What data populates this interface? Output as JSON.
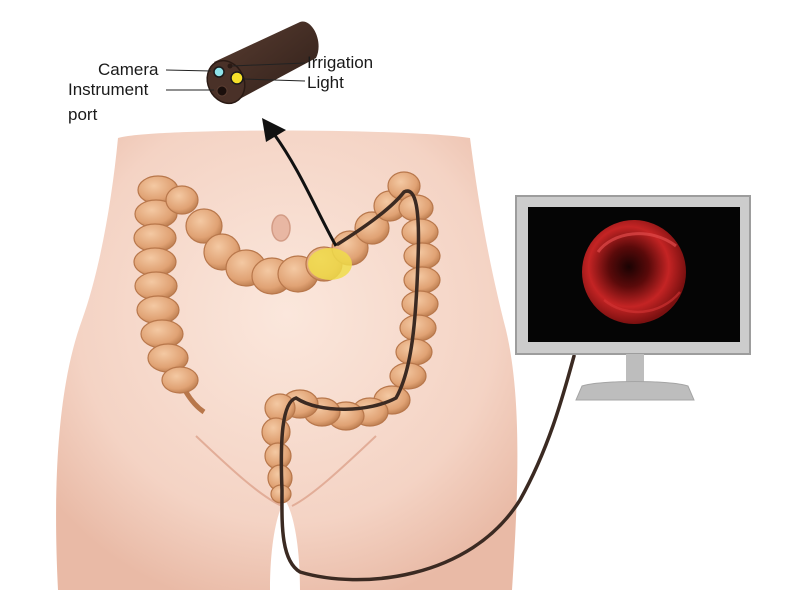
{
  "labels": {
    "camera": "Camera",
    "instrument_line1": "Instrument",
    "instrument_line2": "port",
    "irrigation": "Irrigation",
    "light": "Light"
  },
  "colors": {
    "skin": "#f6d9cc",
    "colon": "#e2a679",
    "colon_shadow": "#b8774b",
    "scope_tube": "#3b2a22",
    "scope_tip": "#4a3128",
    "lens_camera": "#8fe3ea",
    "lens_light": "#f5e02a",
    "highlight_zone": "#f0dc4a",
    "monitor_frame": "#c9c9c9",
    "monitor_screen": "#050505",
    "lumen": "#b01f1f"
  }
}
